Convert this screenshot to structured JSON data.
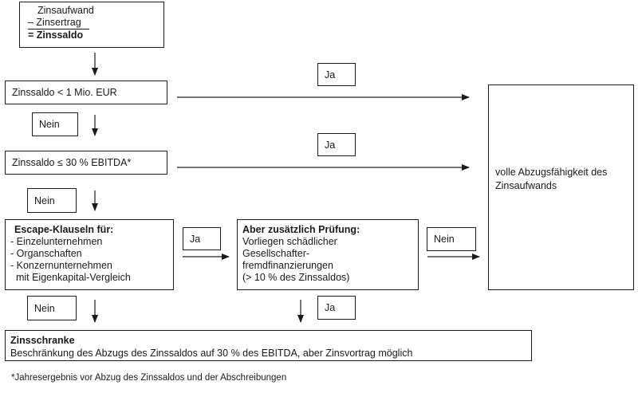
{
  "calc": {
    "line1": "Zinsaufwand",
    "line2": "– Zinsertrag",
    "line3": "= Zinssaldo"
  },
  "decision1": "Zinssaldo < 1 Mio. EUR",
  "decision2": "Zinssaldo ≤ 30 % EBITDA*",
  "labels": {
    "ja1": "Ja",
    "nein1": "Nein",
    "ja2": "Ja",
    "nein2": "Nein",
    "ja3": "Ja",
    "nein3": "Nein",
    "nein4": "Nein",
    "ja4": "Ja"
  },
  "escape": {
    "title": "Escape-Klauseln für:",
    "items": [
      "- Einzelunternehmen",
      "- Organschaften",
      "- Konzernunternehmen",
      "  mit Eigenkapital-Vergleich"
    ]
  },
  "check": {
    "title": "Aber zusätzlich Prüfung:",
    "lines": [
      "Vorliegen schädlicher",
      "Gesellschafter-",
      "fremdfinanzierungen",
      "(> 10 % des Zinssaldos)"
    ]
  },
  "result_full": "volle Abzugsfähigkeit des Zinsaufwands",
  "zinsschranke": {
    "title": "Zinsschranke",
    "text": "Beschränkung des Abzugs des Zinssaldos auf 30 % des EBITDA, aber Zinsvortrag möglich"
  },
  "footnote": "*Jahresergebnis vor Abzug des Zinssaldos und der Abschreibungen"
}
